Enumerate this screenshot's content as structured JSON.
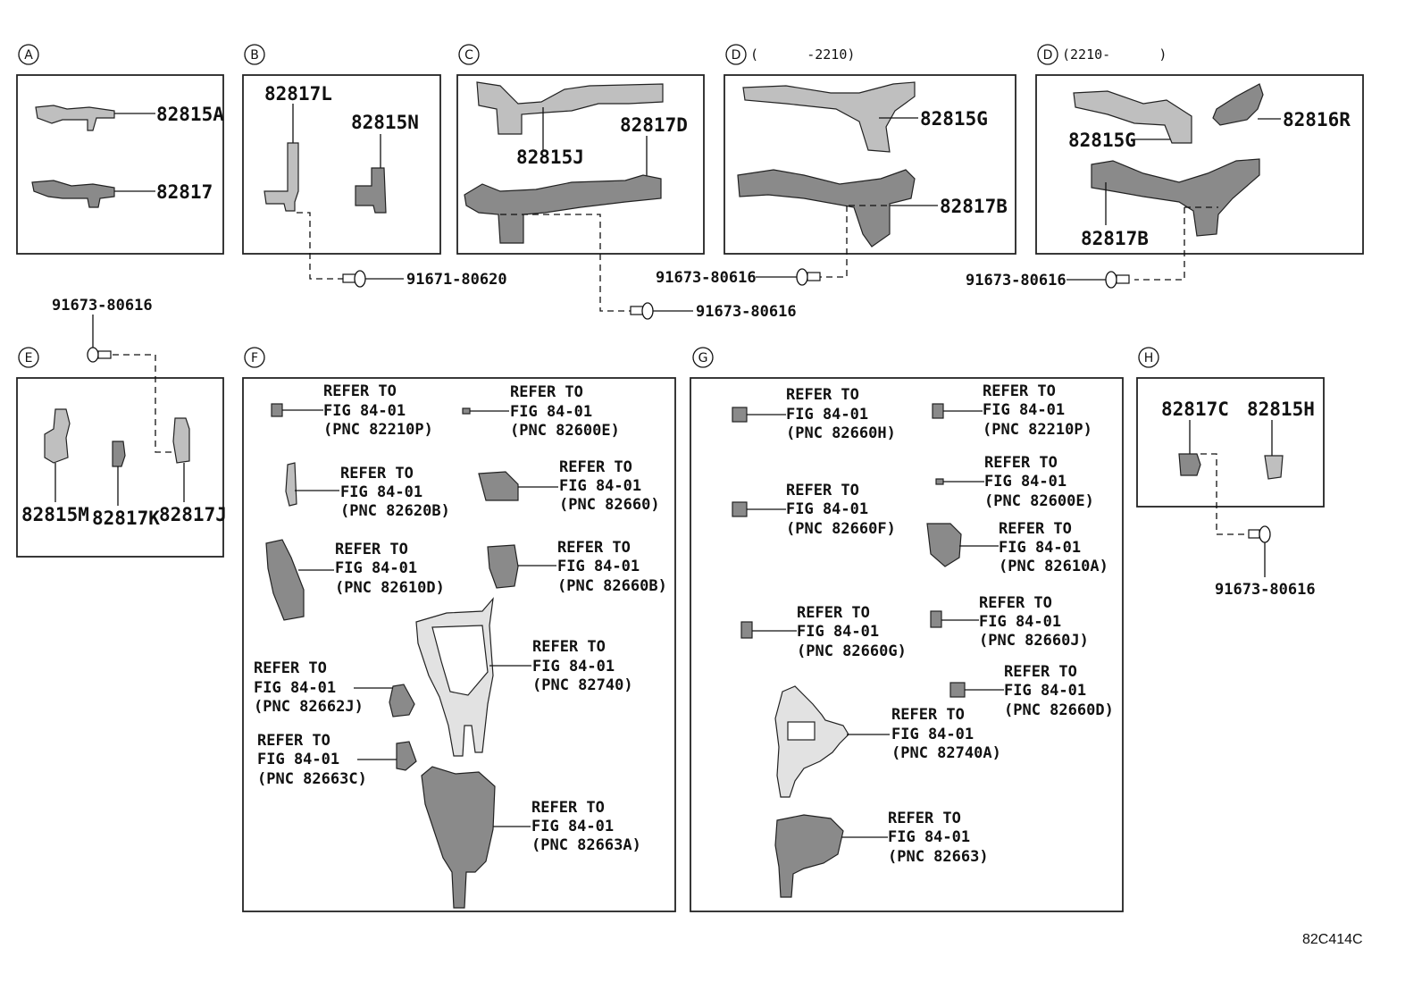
{
  "sections": {
    "A": {
      "label": "A",
      "parts": [
        "82815A",
        "82817"
      ]
    },
    "B": {
      "label": "B",
      "parts": [
        "82817L",
        "82815N"
      ]
    },
    "C": {
      "label": "C",
      "parts": [
        "82815J",
        "82817D"
      ]
    },
    "D1": {
      "label": "D",
      "range": "(      -2210)",
      "parts": [
        "82815G",
        "82817B"
      ]
    },
    "D2": {
      "label": "D",
      "range": "(2210-      )",
      "parts": [
        "82815G",
        "82816R",
        "82817B"
      ]
    },
    "E": {
      "label": "E",
      "parts": [
        "82815M",
        "82817K",
        "82817J"
      ]
    },
    "F": {
      "label": "F"
    },
    "G": {
      "label": "G"
    },
    "H": {
      "label": "H",
      "parts": [
        "82817C",
        "82815H"
      ]
    }
  },
  "bolts": {
    "b_bolt": "91671-80620",
    "c_bolt": "91673-80616",
    "d1_bolt": "91673-80616",
    "d2_bolt": "91673-80616",
    "e_bolt": "91673-80616",
    "h_bolt": "91673-80616"
  },
  "refer": {
    "line1": "REFER TO",
    "line2": "FIG 84-01"
  },
  "refs_f": [
    "(PNC 82210P)",
    "(PNC 82600E)",
    "(PNC 82620B)",
    "(PNC 82660)",
    "(PNC 82610D)",
    "(PNC 82660B)",
    "(PNC 82740)",
    "(PNC 82662J)",
    "(PNC 82663C)",
    "(PNC 82663A)"
  ],
  "refs_g": [
    "(PNC 82660H)",
    "(PNC 82210P)",
    "(PNC 82600E)",
    "(PNC 82660F)",
    "(PNC 82610A)",
    "(PNC 82660G)",
    "(PNC 82660J)",
    "(PNC 82660D)",
    "(PNC 82740A)",
    "(PNC 82663)"
  ],
  "figure_code": "82C414C"
}
